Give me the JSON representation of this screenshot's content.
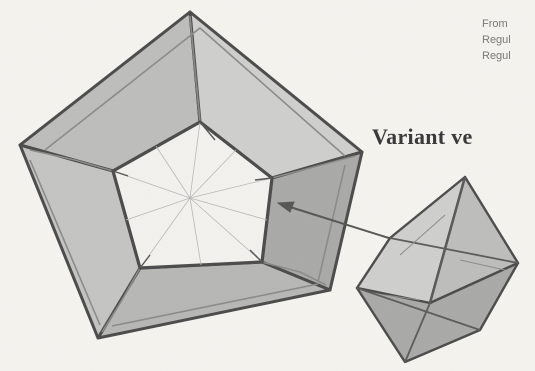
{
  "caption": {
    "line1": "From",
    "line2": "Regul",
    "line3": "Regul"
  },
  "heading": "Variant ve"
}
